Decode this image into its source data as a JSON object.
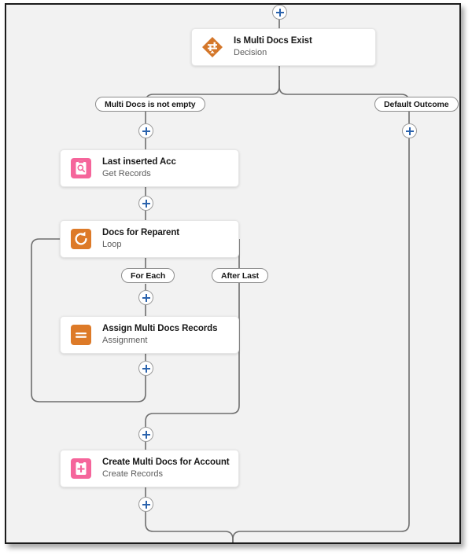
{
  "app": {
    "name": "Flow Builder Canvas",
    "canvas_background": "#f2f2f2",
    "border_color": "#1b1b1b"
  },
  "palette": {
    "decision_orange": "#d4772a",
    "loop_orange": "#dd7a28",
    "assignment_orange": "#dd7a28",
    "records_pink": "#f5659b",
    "connector_line": "#6e6e6e",
    "plus_blue": "#2b63ad",
    "card_white": "#ffffff"
  },
  "flow": {
    "nodes": [
      {
        "id": "decision",
        "title": "Is Multi Docs Exist",
        "subtitle": "Decision",
        "icon": "decision-diamond-icon",
        "icon_color": "#d4772a"
      },
      {
        "id": "get-records",
        "title": "Last inserted Acc",
        "subtitle": "Get Records",
        "icon": "get-records-clipboard-search-icon",
        "icon_color": "#f5659b"
      },
      {
        "id": "loop",
        "title": "Docs for Reparent",
        "subtitle": "Loop",
        "icon": "loop-refresh-icon",
        "icon_color": "#dd7a28"
      },
      {
        "id": "assignment",
        "title": "Assign Multi Docs Records",
        "subtitle": "Assignment",
        "icon": "assignment-lines-icon",
        "icon_color": "#dd7a28"
      },
      {
        "id": "create-records",
        "title": "Create Multi Docs for Account",
        "subtitle": "Create Records",
        "icon": "create-records-clipboard-plus-icon",
        "icon_color": "#f5659b"
      }
    ],
    "branch_labels": [
      {
        "id": "decision-outcome-left",
        "label": "Multi Docs is not empty"
      },
      {
        "id": "decision-outcome-right",
        "label": "Default Outcome"
      },
      {
        "id": "loop-for-each",
        "label": "For Each"
      },
      {
        "id": "loop-after-last",
        "label": "After Last"
      }
    ],
    "add_buttons": [
      {
        "id": "add-above-decision"
      },
      {
        "id": "add-left-branch-top"
      },
      {
        "id": "add-right-branch-top"
      },
      {
        "id": "add-after-get-records"
      },
      {
        "id": "add-for-each"
      },
      {
        "id": "add-after-assignment"
      },
      {
        "id": "add-before-create-records"
      },
      {
        "id": "add-after-create-records"
      }
    ]
  }
}
